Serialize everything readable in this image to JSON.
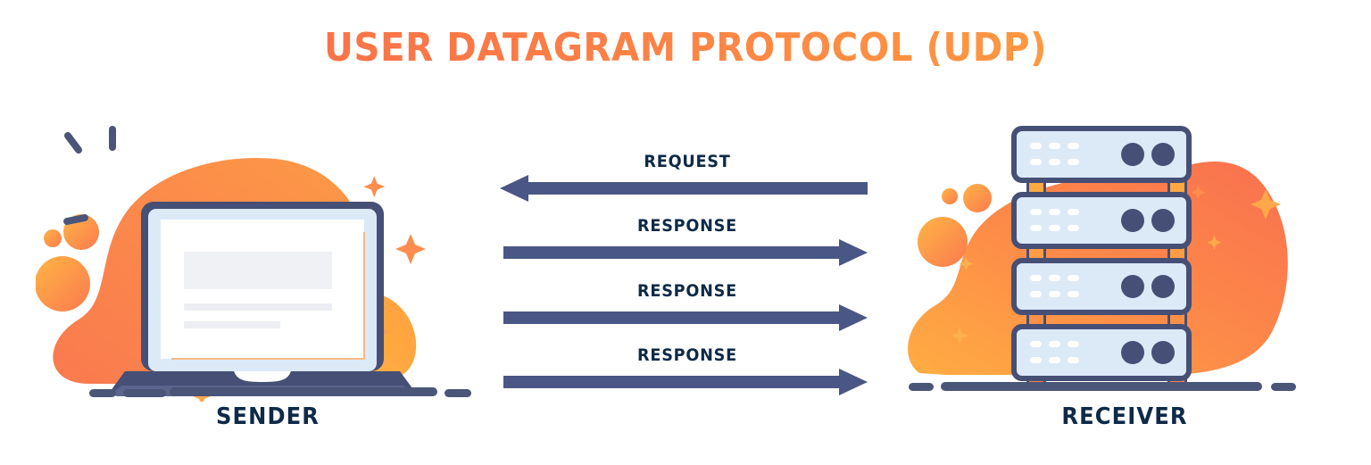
{
  "title": {
    "text": "USER DATAGRAM PROTOCOL (UDP)",
    "gradient_start": "#f96a4a",
    "gradient_end": "#ffa93e"
  },
  "palette": {
    "title_orange_dark": "#f96a4a",
    "title_orange_light": "#ffa93e",
    "arrow_slate": "#4a5685",
    "text_navy": "#0e2a47",
    "device_navy": "#464f75",
    "screen_blue": "#dceaf8",
    "server_fill": "#dceaf8",
    "blob_orange_dark": "#f97a4d",
    "blob_orange_light": "#ffac42",
    "ground_navy": "#4a5578",
    "page_white": "#ffffff",
    "placeholder_gray": "#f0f1f5"
  },
  "sender": {
    "caption": "SENDER",
    "device": "laptop-illustration",
    "screen": {
      "block_lines": 3
    },
    "decorations": {
      "circles": 3,
      "sparkles": 3,
      "dashes": 3
    }
  },
  "receiver": {
    "caption": "RECEIVER",
    "device": "server-stack-illustration",
    "units": 4,
    "leds_per_unit": 6,
    "knobs_per_unit": 2,
    "decorations": {
      "circles": 3,
      "sparkles": 3
    }
  },
  "arrows": [
    {
      "label": "REQUEST",
      "direction": "left",
      "color": "#4a5685"
    },
    {
      "label": "RESPONSE",
      "direction": "right",
      "color": "#4a5685"
    },
    {
      "label": "RESPONSE",
      "direction": "right",
      "color": "#4a5685"
    },
    {
      "label": "RESPONSE",
      "direction": "right",
      "color": "#4a5685"
    }
  ]
}
